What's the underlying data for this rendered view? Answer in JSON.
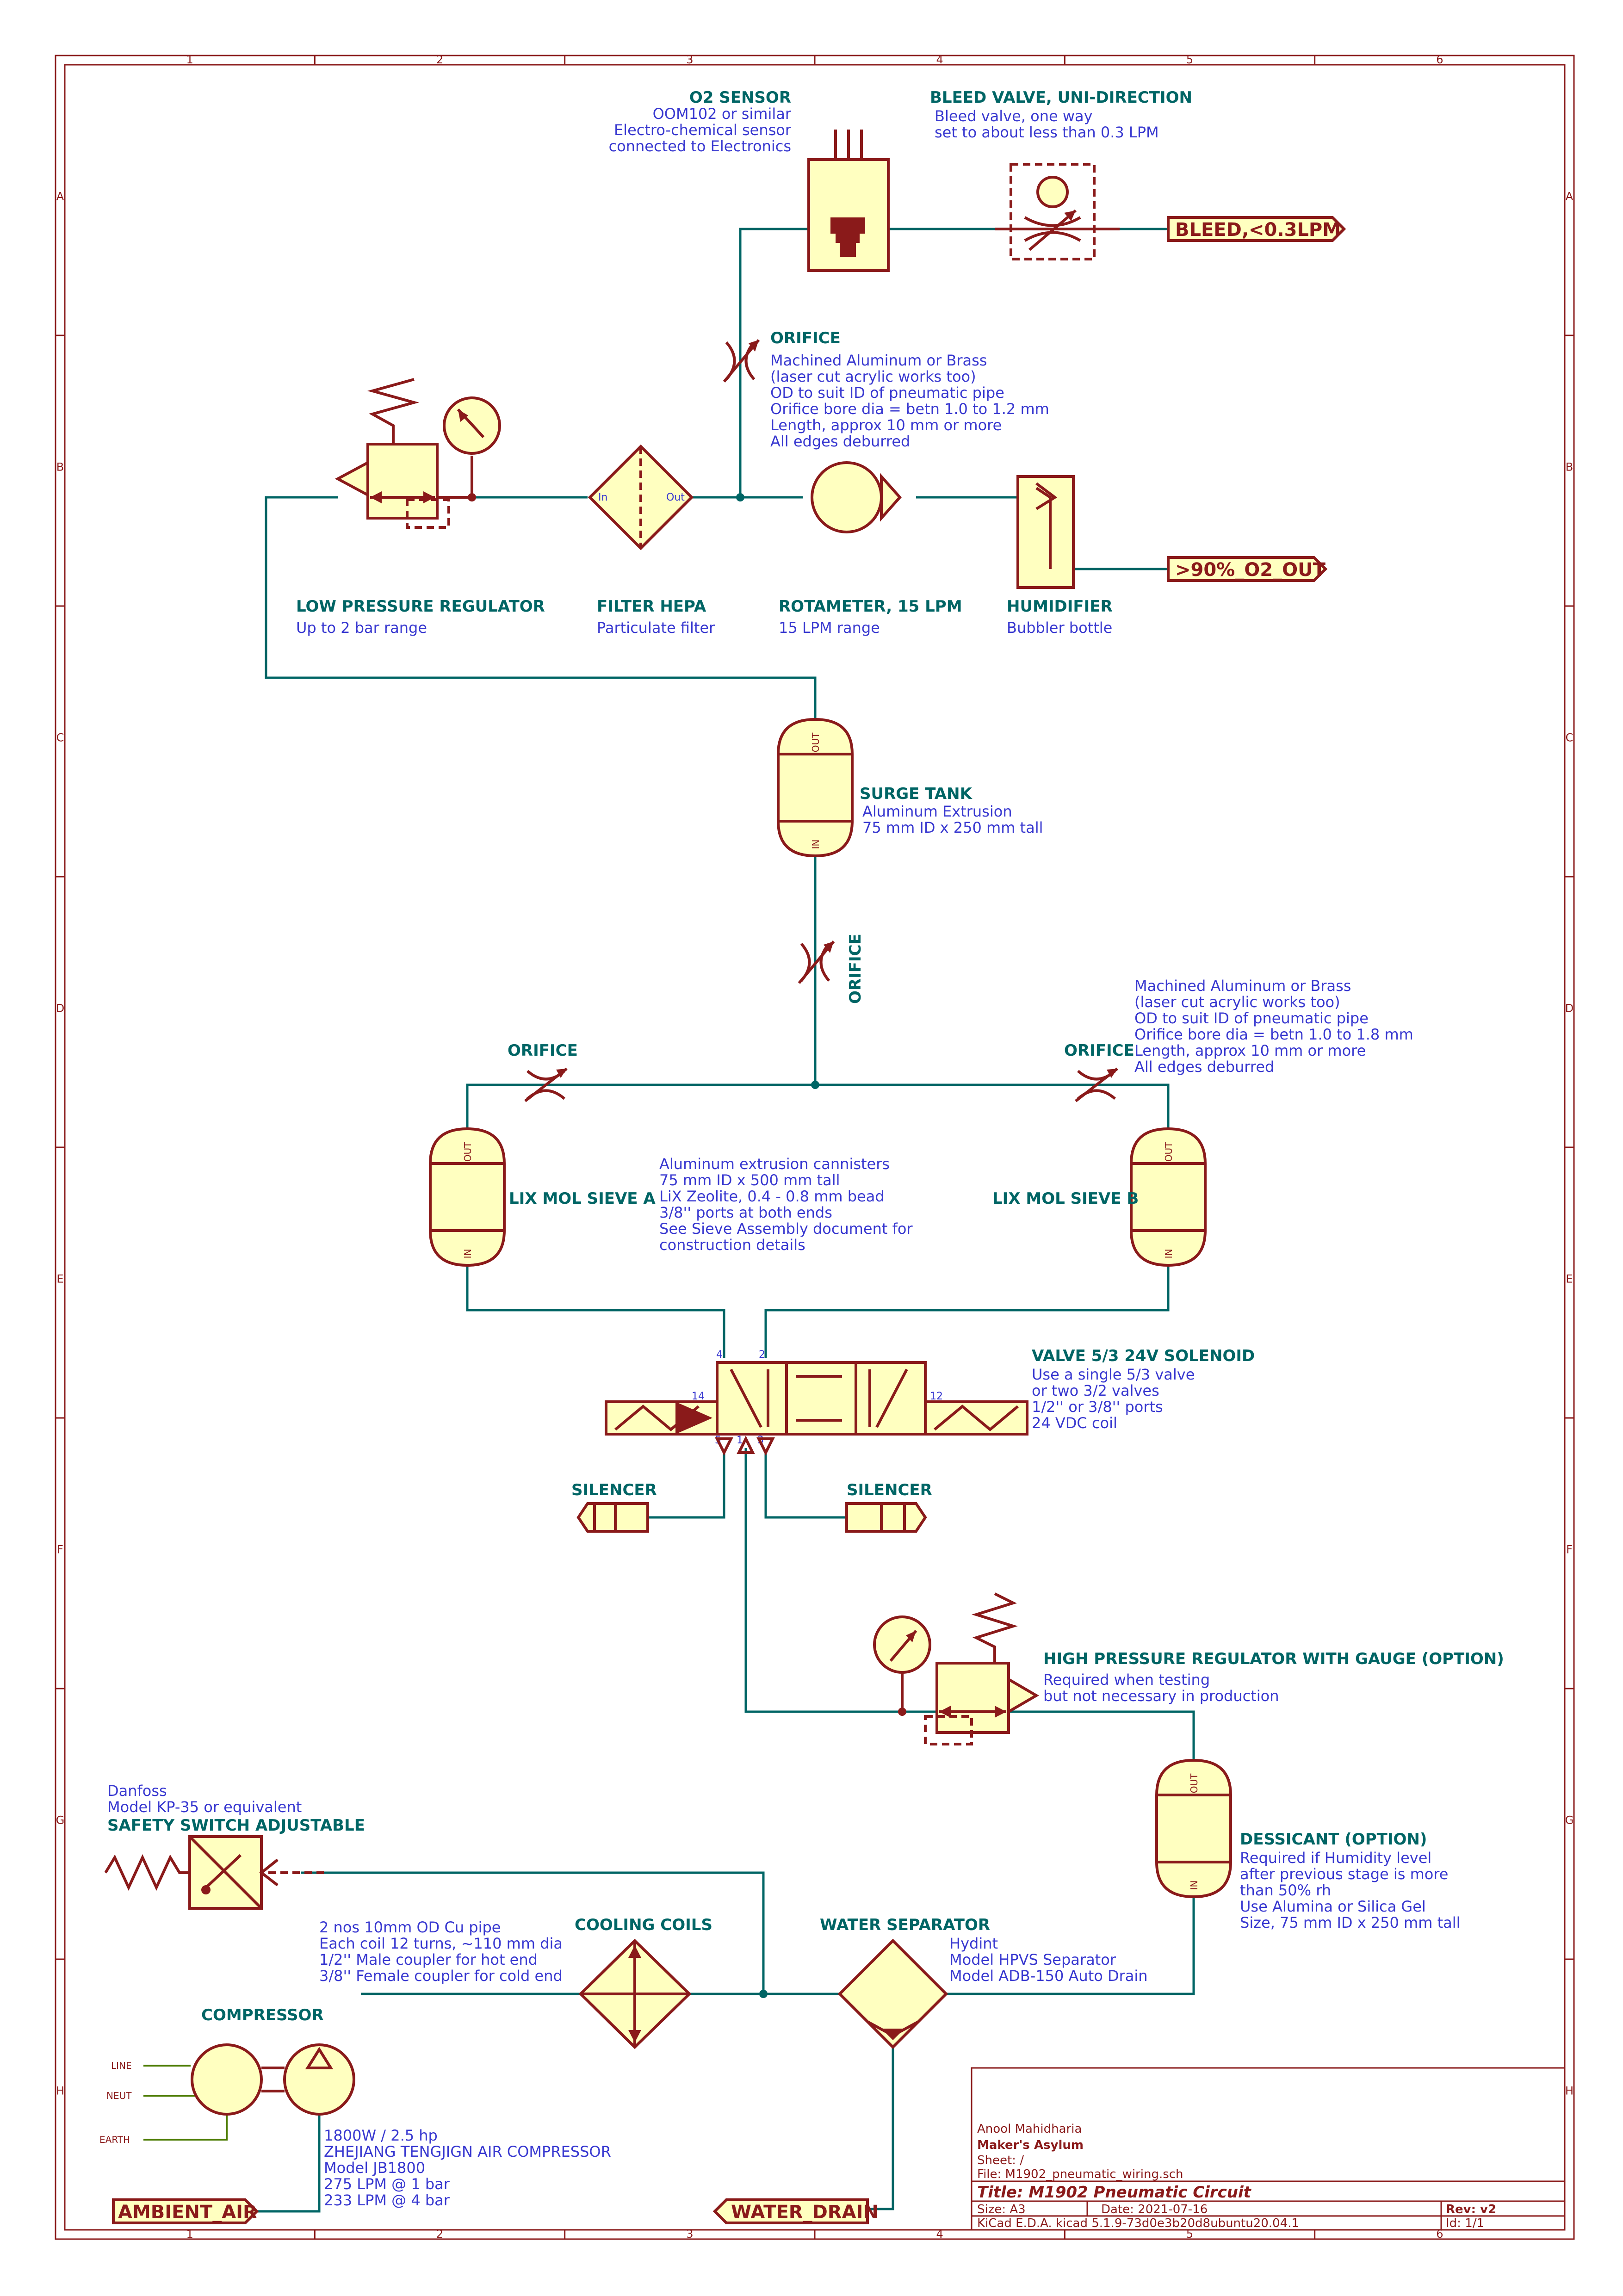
{
  "frame": {
    "columns": [
      "1",
      "2",
      "3",
      "4",
      "5",
      "6"
    ],
    "rows": [
      "A",
      "B",
      "C",
      "D",
      "E",
      "F",
      "G",
      "H"
    ]
  },
  "components": {
    "o2_sensor": {
      "title": "O2 SENSOR",
      "lines": [
        "OOM102 or similar",
        "Electro-chemical sensor",
        "connected to Electronics"
      ]
    },
    "bleed_valve": {
      "title": "BLEED VALVE, UNI-DIRECTION",
      "lines": [
        "Bleed valve, one way",
        "set to about less than 0.3 LPM"
      ]
    },
    "orifice_top": {
      "title": "ORIFICE",
      "lines": [
        "Machined Aluminum or Brass",
        "(laser cut acrylic works too)",
        "OD to suit ID of pneumatic pipe",
        "Orifice bore dia = betn 1.0 to 1.2 mm",
        "Length, approx 10 mm or more",
        "All edges deburred"
      ]
    },
    "low_pressure_regulator": {
      "title": "LOW PRESSURE REGULATOR",
      "lines": [
        "Up to 2 bar range"
      ]
    },
    "filter_hepa": {
      "title": "FILTER HEPA",
      "lines": [
        "Particulate filter"
      ],
      "pin_in": "In",
      "pin_out": "Out"
    },
    "rotameter": {
      "title": "ROTAMETER, 15 LPM",
      "lines": [
        "15 LPM range"
      ]
    },
    "humidifier": {
      "title": "HUMIDIFIER",
      "lines": [
        "Bubbler bottle"
      ]
    },
    "surge_tank": {
      "title": "SURGE TANK",
      "lines": [
        "Aluminum Extrusion",
        "75 mm ID x 250 mm tall"
      ]
    },
    "orifice_mid": {
      "title": "ORIFICE"
    },
    "orifice_a": {
      "title": "ORIFICE"
    },
    "orifice_b": {
      "title": "ORIFICE",
      "lines": [
        "Machined Aluminum or Brass",
        "(laser cut acrylic works too)",
        "OD to suit ID of pneumatic pipe",
        "Orifice bore dia = betn 1.0 to 1.8 mm",
        "Length, approx 10 mm or more",
        "All edges deburred"
      ]
    },
    "sieve_a": {
      "title": "LIX MOL SIEVE A"
    },
    "sieve_b": {
      "title": "LIX MOL SIEVE B"
    },
    "sieve_note": {
      "lines": [
        "Aluminum extrusion cannisters",
        "75 mm ID x 500 mm tall",
        "LiX Zeolite, 0.4 - 0.8 mm bead",
        "3/8'' ports at both ends",
        "See Sieve Assembly document for",
        "construction details"
      ]
    },
    "valve": {
      "title": "VALVE 5/3 24V SOLENOID",
      "lines": [
        "Use a single 5/3 valve",
        "or two 3/2 valves",
        "1/2'' or 3/8'' ports",
        "24 VDC coil"
      ],
      "pins": [
        "4",
        "2",
        "14",
        "12",
        "5",
        "1",
        "3"
      ]
    },
    "silencer_left": {
      "title": "SILENCER"
    },
    "silencer_right": {
      "title": "SILENCER"
    },
    "hp_regulator": {
      "title": "HIGH PRESSURE REGULATOR WITH GAUGE (OPTION)",
      "lines": [
        "Required when testing",
        "but not necessary in production"
      ]
    },
    "dessicant": {
      "title": "DESSICANT (OPTION)",
      "lines": [
        "Required if Humidity level",
        "after previous stage is more",
        "than 50% rh",
        "Use Alumina or Silica Gel",
        "Size, 75 mm ID x 250 mm tall"
      ]
    },
    "safety_switch": {
      "title": "SAFETY SWITCH ADJUSTABLE",
      "lines": [
        "Danfoss",
        "Model KP-35 or equivalent"
      ]
    },
    "cooling_coils": {
      "title": "COOLING COILS",
      "lines": [
        "2 nos 10mm OD Cu pipe",
        "Each coil 12 turns, ~110 mm dia",
        "1/2'' Male coupler for hot end",
        "3/8'' Female coupler for cold end"
      ]
    },
    "water_separator": {
      "title": "WATER SEPARATOR",
      "lines": [
        "Hydint",
        "Model HPVS Separator",
        "Model ADB-150 Auto Drain"
      ]
    },
    "compressor": {
      "title": "COMPRESSOR",
      "lines": [
        "1800W / 2.5 hp",
        "ZHEJIANG TENGJIGN AIR COMPRESSOR",
        "Model JB1800",
        "275 LPM @ 1 bar",
        "233 LPM @ 4 bar"
      ],
      "pins": [
        "LINE",
        "NEUT",
        "EARTH"
      ]
    }
  },
  "tank_pins": {
    "in": "IN",
    "out": "OUT"
  },
  "ports": {
    "bleed": "BLEED,<0.3LPM",
    "o2_out": ">90%_O2_OUT",
    "ambient_air": "AMBIENT_AIR",
    "water_drain": "WATER_DRAIN"
  },
  "title_block": {
    "author": "Anool Mahidharia",
    "company": "Maker's Asylum",
    "sheet": "Sheet: /",
    "file": "File: M1902_pneumatic_wiring.sch",
    "title": "Title: M1902 Pneumatic Circuit",
    "size": "Size: A3",
    "date": "Date: 2021-07-16",
    "rev": "Rev: v2",
    "tool": "KiCad E.D.A.  kicad 5.1.9-73d0e3b20d8​ubuntu20.04.1",
    "id": "Id: 1/1"
  },
  "colors": {
    "wire": "#006565",
    "body_fill": "#ffffc0",
    "outline": "#8a1a1a",
    "note": "#3838d0"
  }
}
